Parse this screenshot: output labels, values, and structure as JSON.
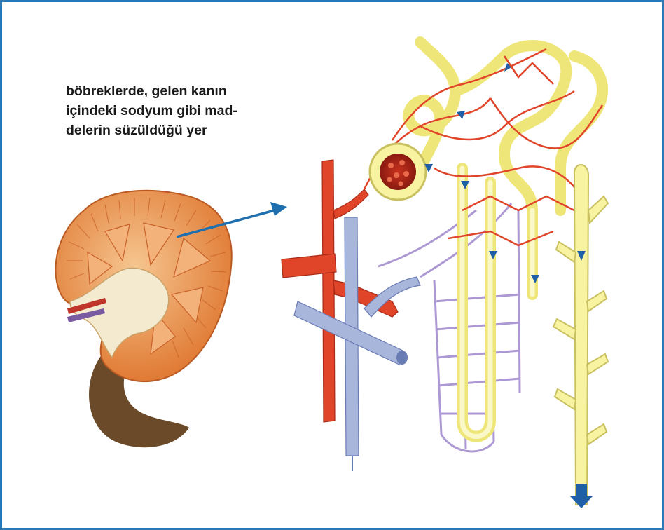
{
  "figure": {
    "caption_lines": [
      "böbreklerde, gelen kanın",
      "içindeki sodyum gibi mad-",
      "delerin süzüldüğü yer"
    ]
  },
  "colors": {
    "frame": "#2a79b6",
    "pointer_arrow": "#1f6fae",
    "artery": "#e0452a",
    "vein": "#a9b6dc",
    "tubule": "#f7f3a0",
    "kidney_cortex": "#e98a3e",
    "kidney_medulla": "#f2b27a",
    "kidney_pelvis": "#f4ead0",
    "ureter": "#6b4a2a",
    "outflow_arrow": "#1f5fa6"
  }
}
